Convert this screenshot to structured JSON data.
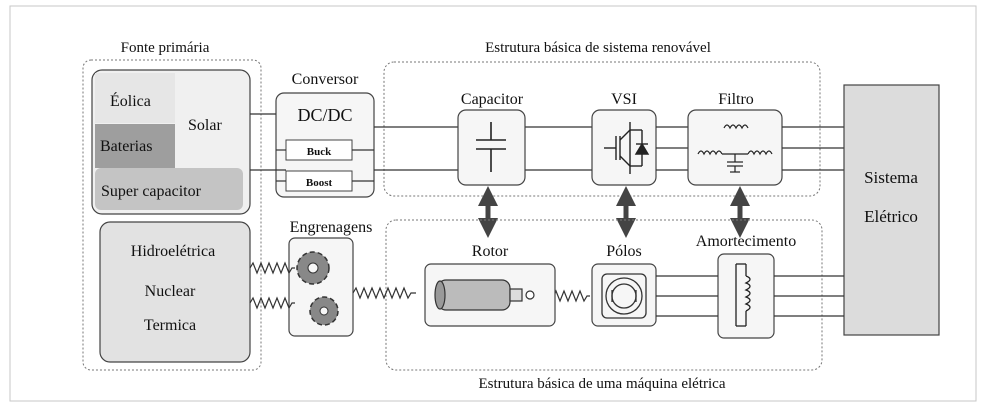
{
  "labels": {
    "primary_source": "Fonte primária",
    "renewable_structure": "Estrutura básica de sistema renovável",
    "machine_structure": "Estrutura básica de uma máquina elétrica",
    "eolica": "Éolica",
    "solar": "Solar",
    "baterias": "Baterias",
    "super_capacitor": "Super capacitor",
    "hidroeletrica": "Hidroelétrica",
    "nuclear": "Nuclear",
    "termica": "Termica",
    "conversor": "Conversor",
    "dcdc": "DC/DC",
    "buck": "Buck",
    "boost": "Boost",
    "capacitor": "Capacitor",
    "vsi": "VSI",
    "filtro": "Filtro",
    "engrenagens": "Engrenagens",
    "rotor": "Rotor",
    "polos": "Pólos",
    "amortecimento": "Amortecimento",
    "sistema": "Sistema",
    "eletrico": "Elétrico"
  },
  "colors": {
    "outer_border": "#c7c7c7",
    "light_fill": "#f0f0f0",
    "mid_fill": "#dddddd",
    "dark_fill": "#bdbdbd",
    "box_fill": "#f6f6f6",
    "line": "#333333"
  }
}
